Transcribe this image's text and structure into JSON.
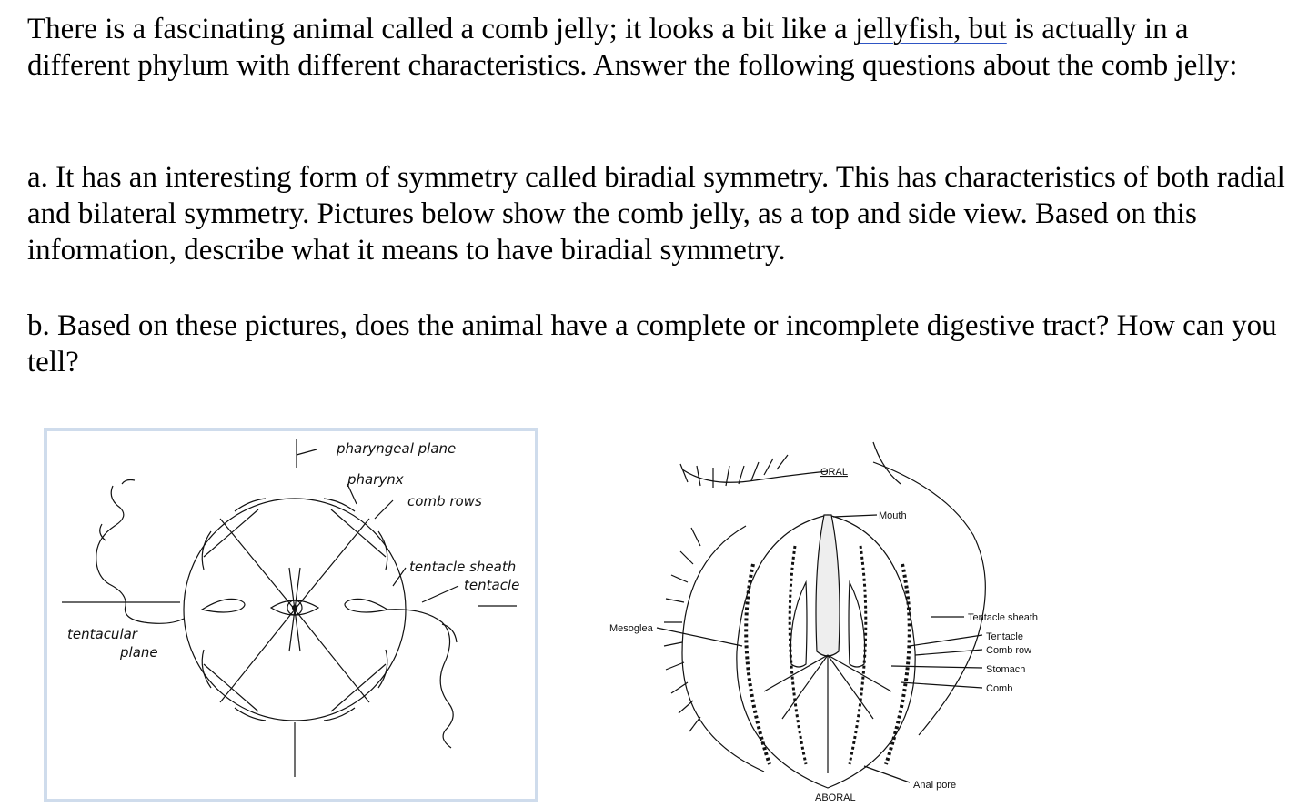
{
  "question": {
    "intro_before": "There is a fascinating animal called a comb jelly; it looks a bit like a ",
    "intro_flagged": "jellyfish, but",
    "intro_after": " is actually in a different phylum with different characteristics.  Answer the following questions about the comb jelly:",
    "part_a": "a. It has an interesting form of symmetry called biradial symmetry.  This has characteristics of both radial and bilateral symmetry.  Pictures below show the comb jelly, as a top and side view.  Based on this information, describe what it means to have biradial symmetry.",
    "part_b": "b. Based on these pictures, does the animal have a complete or incomplete digestive tract?  How can you tell?"
  },
  "top_view": {
    "pharyngeal_plane": "pharyngeal plane",
    "pharynx": "pharynx",
    "comb_rows": "comb rows",
    "tentacle_sheath": "tentacle sheath",
    "tentacle": "tentacle",
    "tentacular_plane_1": "tentacular",
    "tentacular_plane_2": "plane"
  },
  "side_view": {
    "oral": "ORAL",
    "mouth": "Mouth",
    "tentacle_sheath": "Tentacle sheath",
    "mesoglea": "Mesoglea",
    "tentacle": "Tentacle",
    "comb_row": "Comb row",
    "stomach": "Stomach",
    "comb": "Comb",
    "anal_pore": "Anal pore",
    "aboral": "ABORAL"
  }
}
